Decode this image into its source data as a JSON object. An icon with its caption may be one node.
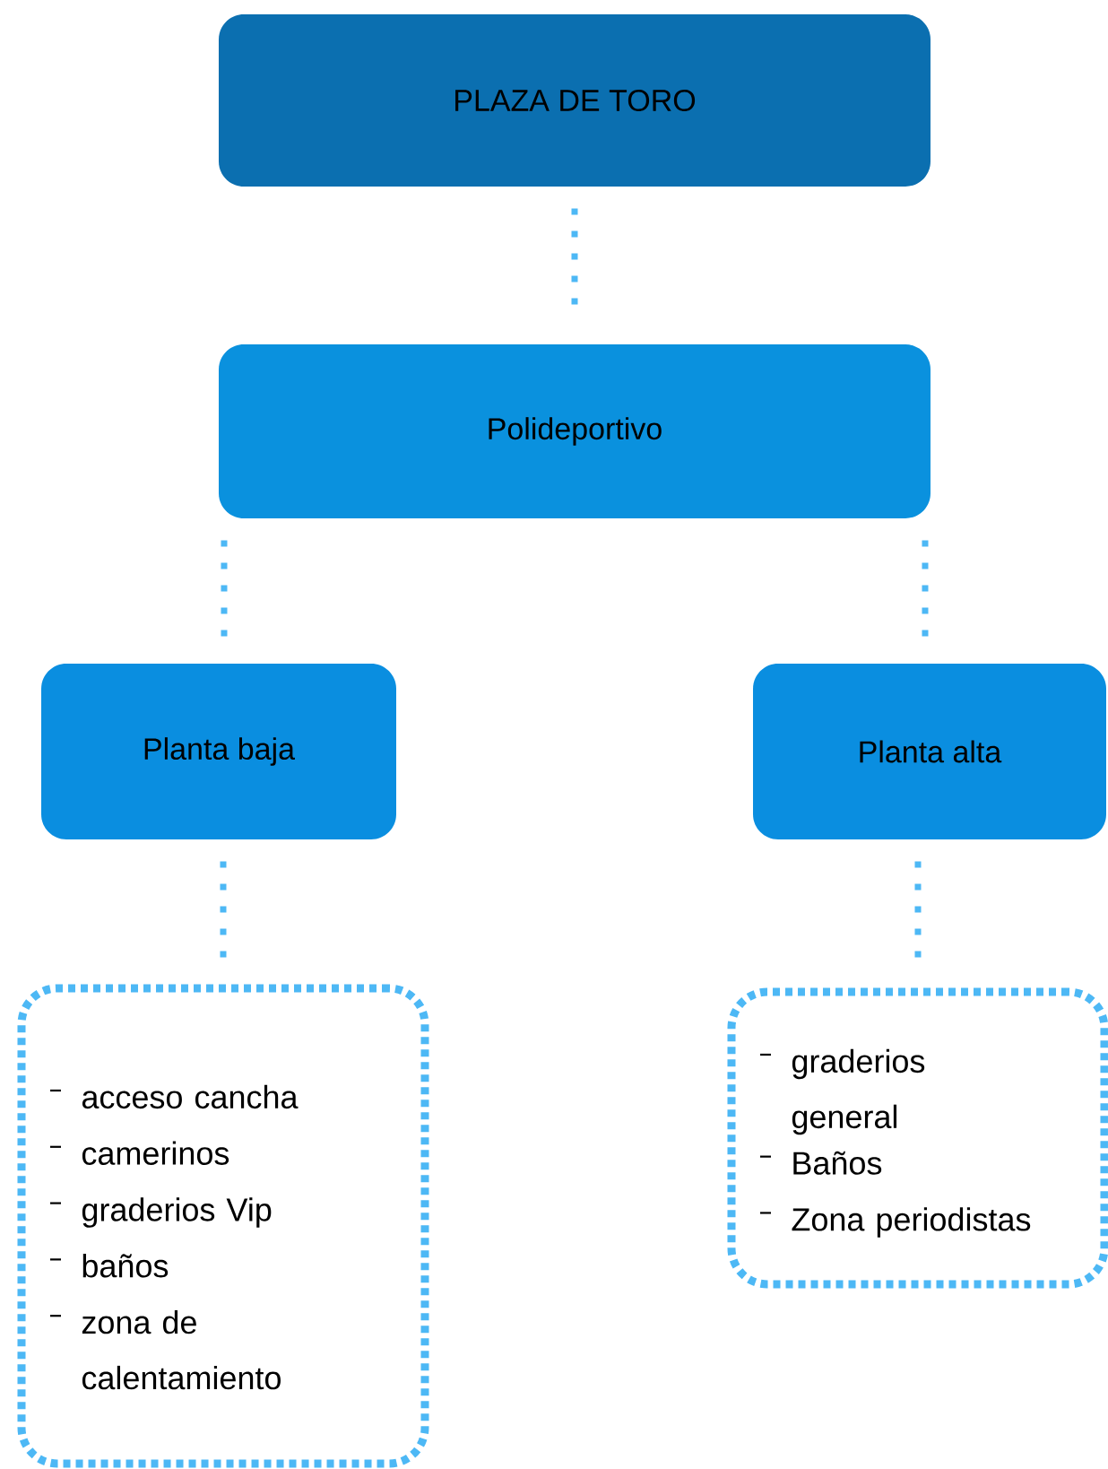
{
  "diagram": {
    "nodes": [
      {
        "text": [
          "PLAZA DE TORO"
        ]
      },
      {
        "text": [
          "Polideportivo"
        ]
      },
      {
        "text": [
          "Planta baja"
        ]
      },
      {
        "text": [
          "Planta alta"
        ]
      },
      {
        "text": [
          "acceso cancha",
          "camerinos",
          "graderios Vip",
          "baños",
          "zona de calentamiento"
        ]
      },
      {
        "text": [
          "graderios general",
          "Baños",
          "Zona periodistas"
        ]
      }
    ],
    "edges": [
      {
        "from": 0,
        "to": 1,
        "arrow": "none"
      },
      {
        "from": 1,
        "to": 2,
        "arrow": "none"
      },
      {
        "from": 1,
        "to": 3,
        "arrow": "none"
      },
      {
        "from": 2,
        "to": 4,
        "arrow": "none"
      },
      {
        "from": 3,
        "to": 5,
        "arrow": "none"
      }
    ]
  }
}
